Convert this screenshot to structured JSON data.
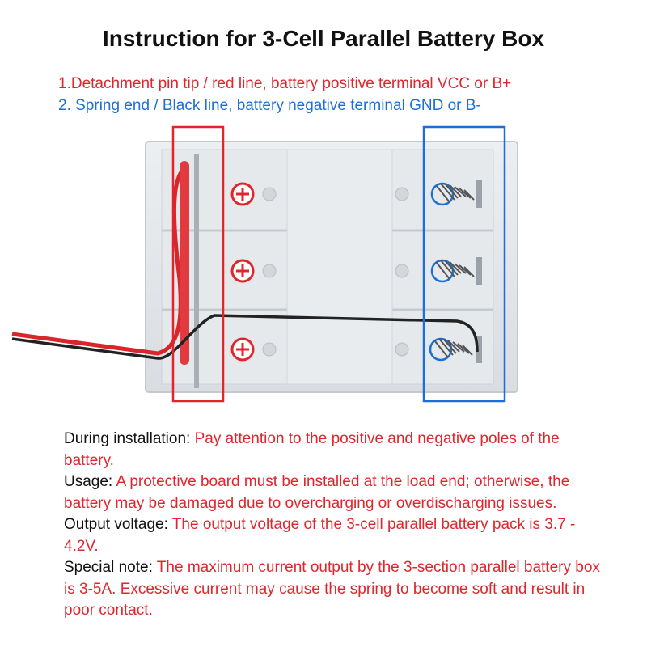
{
  "title": "Instruction for 3-Cell Parallel Battery Box",
  "legend": {
    "positive": "1.Detachment pin tip / red line, battery positive terminal VCC or B+",
    "negative": "2. Spring end / Black line, battery negative terminal GND or B-"
  },
  "notes": [
    {
      "label": "During installation: ",
      "text": "Pay attention to the positive and negative poles of the battery."
    },
    {
      "label": "Usage: ",
      "text": "A protective board must be installed at the load end; otherwise, the battery may be damaged due to overcharging or overdischarging issues."
    },
    {
      "label": "Output voltage: ",
      "text": "The output voltage of the 3-cell parallel battery pack is 3.7 - 4.2V."
    },
    {
      "label": "Special note: ",
      "text": "The maximum current output by the 3-section parallel battery box is 3-5A. Excessive current may cause the spring to become soft and result in poor contact."
    }
  ],
  "colors": {
    "positive": "#e0262c",
    "negative": "#1d6fd6",
    "text": "#111111"
  }
}
